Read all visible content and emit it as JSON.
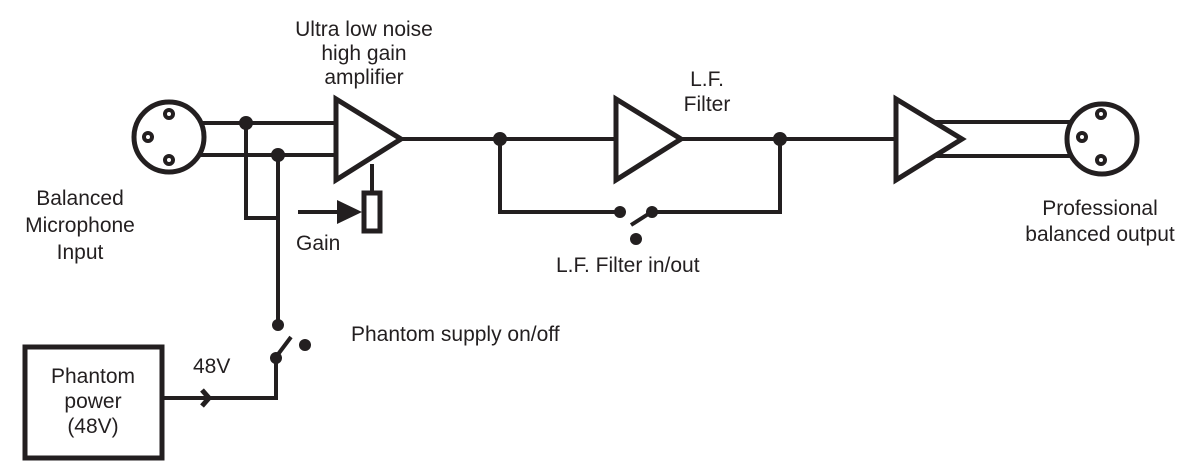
{
  "diagram": {
    "type": "signal-flow block diagram",
    "labels": {
      "amplifier": [
        "Ultra low noise",
        "high gain",
        "amplifier"
      ],
      "input": [
        "Balanced",
        "Microphone",
        "Input"
      ],
      "gain": "Gain",
      "lf_filter": [
        "L.F.",
        "Filter"
      ],
      "lf_switch": "L.F. Filter in/out",
      "output": [
        "Professional",
        "balanced output"
      ],
      "phantom_switch": "Phantom supply on/off",
      "phantom_voltage": "48V",
      "phantom_box": [
        "Phantom",
        "power",
        "(48V)"
      ]
    },
    "blocks": [
      {
        "id": "mic-input",
        "kind": "XLR connector",
        "label_ref": "input"
      },
      {
        "id": "preamp",
        "kind": "amplifier",
        "label_ref": "amplifier"
      },
      {
        "id": "gain-pot",
        "kind": "variable resistor",
        "label_ref": "gain"
      },
      {
        "id": "lf-filter",
        "kind": "amplifier/filter",
        "label_ref": "lf_filter"
      },
      {
        "id": "lf-bypass-switch",
        "kind": "switch",
        "label_ref": "lf_switch"
      },
      {
        "id": "output-driver",
        "kind": "balanced amplifier"
      },
      {
        "id": "balanced-output",
        "kind": "XLR connector",
        "label_ref": "output"
      },
      {
        "id": "phantom-switch",
        "kind": "switch",
        "label_ref": "phantom_switch"
      },
      {
        "id": "phantom-power",
        "kind": "power supply",
        "label_ref": "phantom_box"
      }
    ],
    "colors": {
      "ink": "#231f20",
      "background": "#ffffff"
    }
  }
}
